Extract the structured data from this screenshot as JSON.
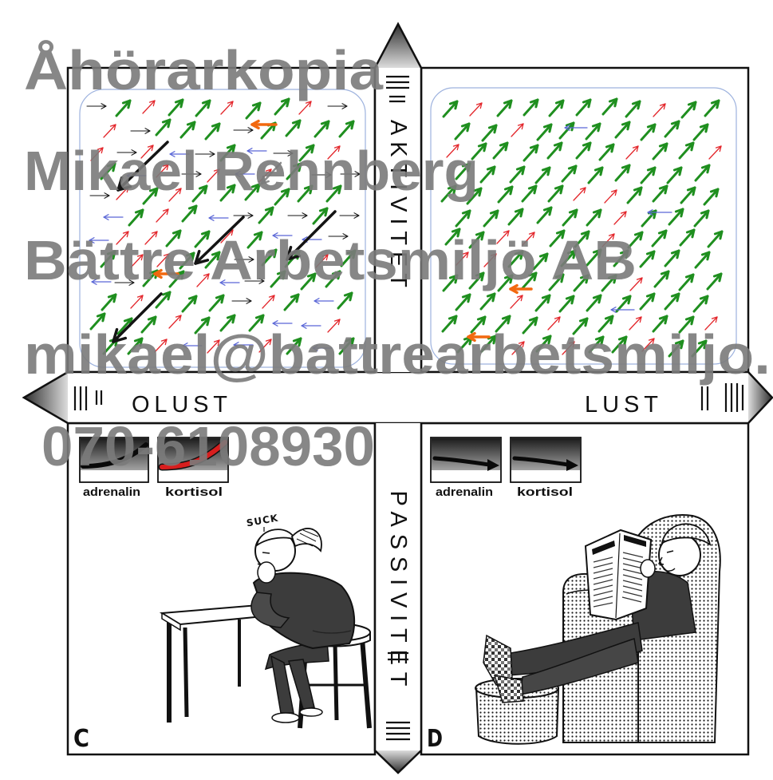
{
  "watermark": {
    "line1": "Åhörarkopia",
    "line2": "Mikael Rehnberg",
    "line3": "Bättre Arbetsmiljö AB",
    "line4": "mikael@battrearbetsmiljo.",
    "line5": "070-6108930"
  },
  "axes": {
    "vertical_top": "AKTIVITET",
    "vertical_bottom": "PASSIVITET",
    "horizontal_left": "OLUST",
    "horizontal_right": "LUST"
  },
  "quadrants": {
    "c": {
      "letter": "C",
      "hormone_labels": [
        "adrenalin",
        "kortisol"
      ],
      "speech": "SUCK"
    },
    "d": {
      "letter": "D",
      "hormone_labels": [
        "adrenalin",
        "kortisol"
      ]
    }
  },
  "colors": {
    "green_arrow": "#1f8f1f",
    "red_arrow": "#e3262b",
    "blue_arrow": "#5a66d6",
    "black_arrow": "#141414",
    "orange_arrow": "#f2680f",
    "grey_arrow": "#8c8c8c",
    "panel_highlight": "#9db2de",
    "kortisol_curve": "#d81e1e",
    "watermark": "#7b7b7b"
  }
}
